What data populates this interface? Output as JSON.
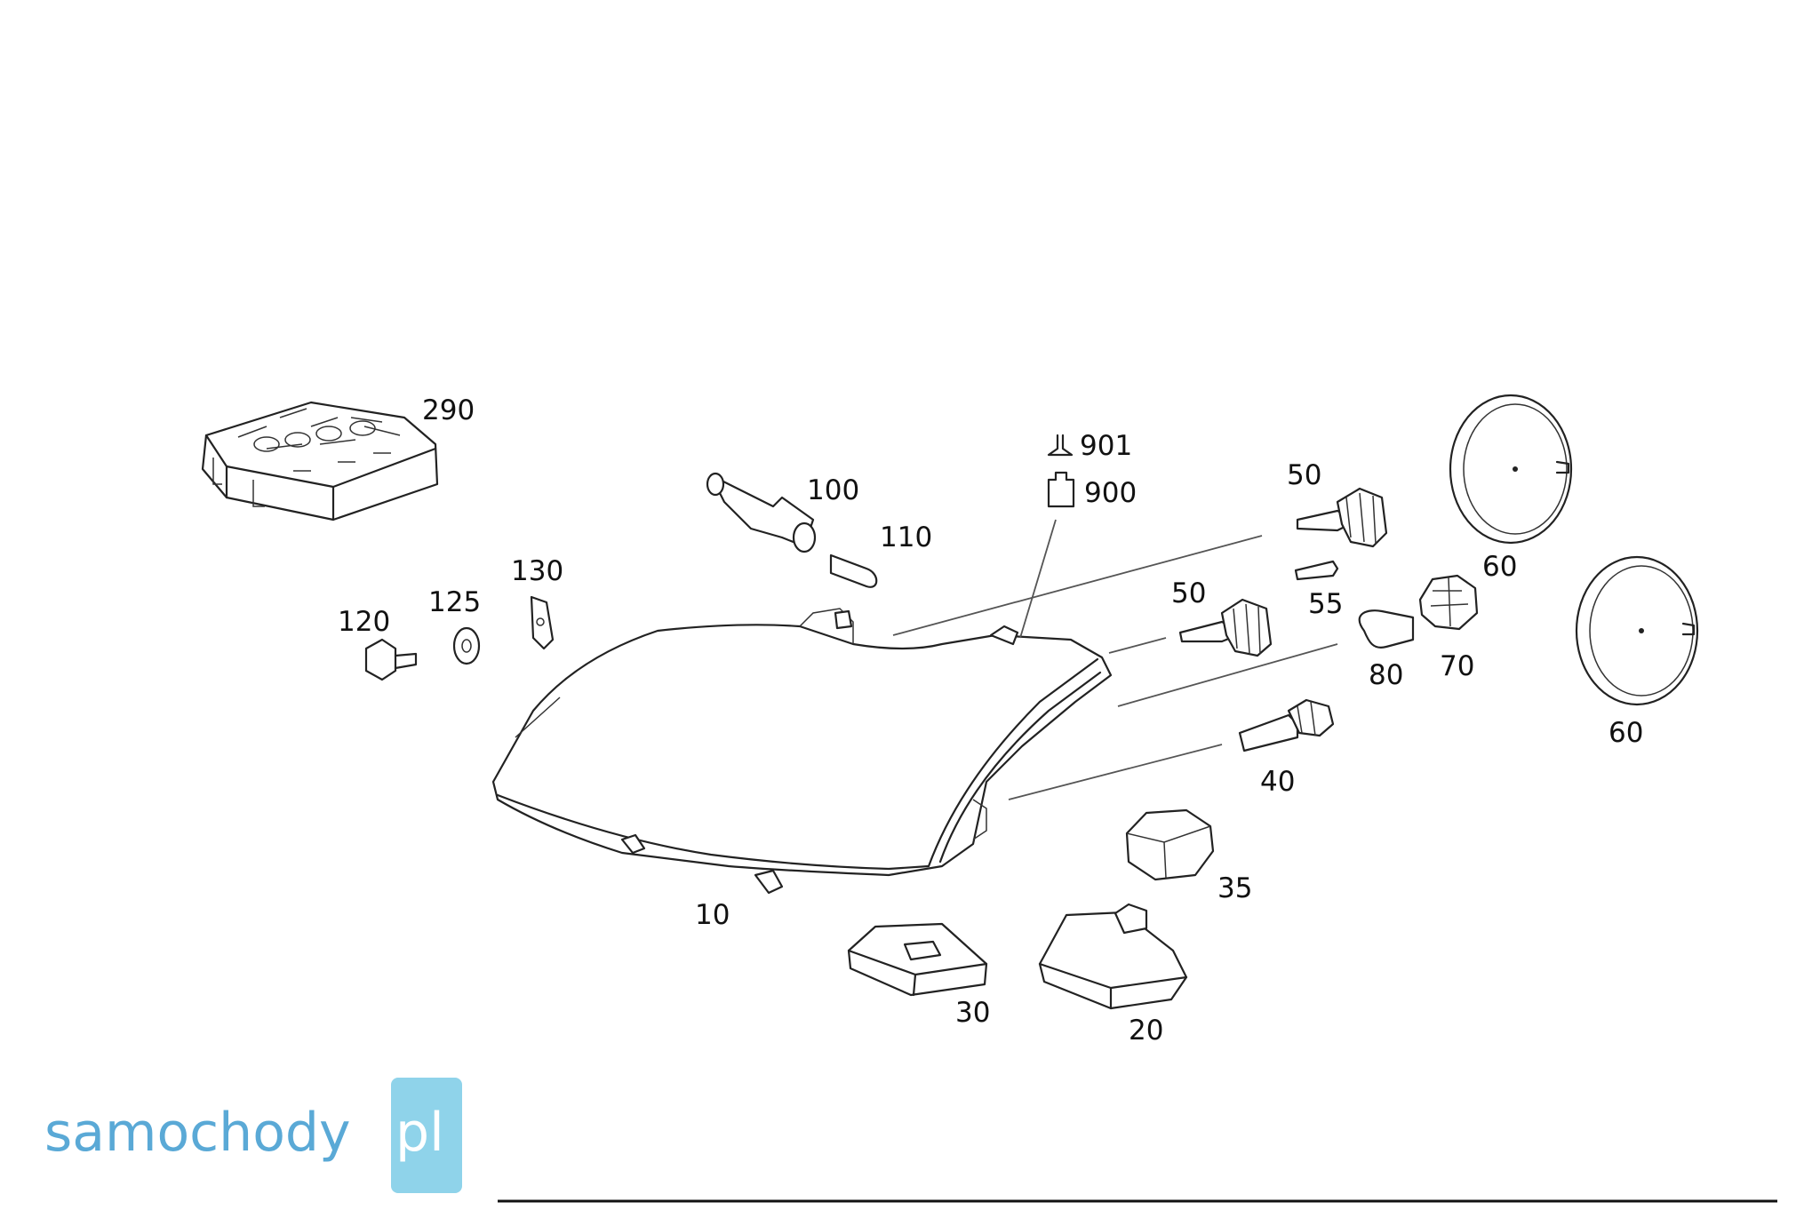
{
  "parts": [
    {
      "id": "p290",
      "number": "290"
    },
    {
      "id": "p100",
      "number": "100"
    },
    {
      "id": "p110",
      "number": "110"
    },
    {
      "id": "p130",
      "number": "130"
    },
    {
      "id": "p120",
      "number": "120"
    },
    {
      "id": "p125",
      "number": "125"
    },
    {
      "id": "p901",
      "number": "901"
    },
    {
      "id": "p900",
      "number": "900"
    },
    {
      "id": "p50a",
      "number": "50"
    },
    {
      "id": "p50b",
      "number": "50"
    },
    {
      "id": "p55",
      "number": "55"
    },
    {
      "id": "p60a",
      "number": "60"
    },
    {
      "id": "p60b",
      "number": "60"
    },
    {
      "id": "p70",
      "number": "70"
    },
    {
      "id": "p80",
      "number": "80"
    },
    {
      "id": "p40",
      "number": "40"
    },
    {
      "id": "p35",
      "number": "35"
    },
    {
      "id": "p10",
      "number": "10"
    },
    {
      "id": "p30",
      "number": "30"
    },
    {
      "id": "p20",
      "number": "20"
    }
  ],
  "logo": {
    "text": "samochody",
    "suffix": "pl",
    "color": "#5aa9d6",
    "badge_color": "#8fd3ea"
  }
}
